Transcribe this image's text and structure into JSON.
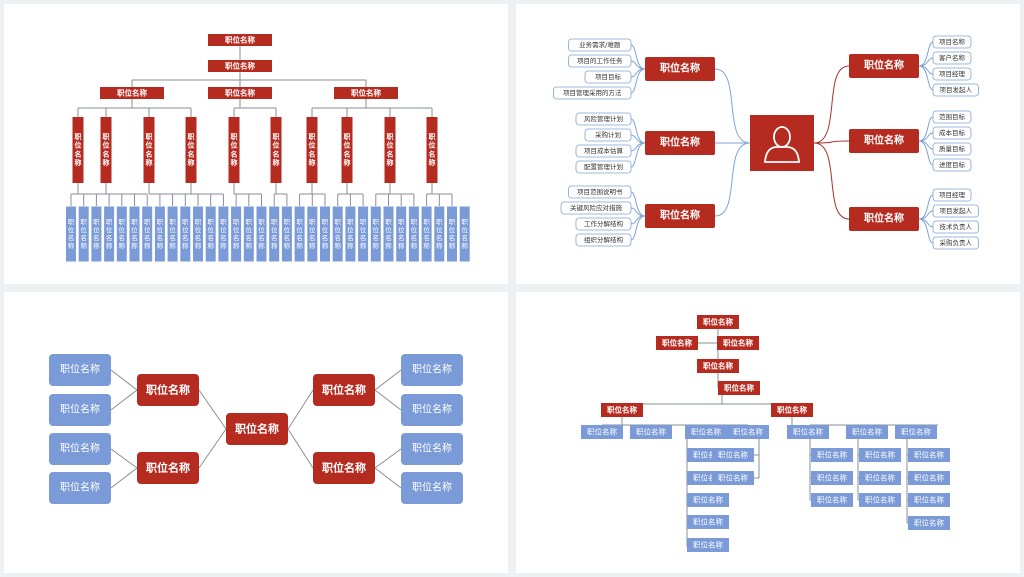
{
  "colors": {
    "red": "#b52b20",
    "blue": "#7b9bd8",
    "line": "#8a8f96",
    "curve_blue": "#7fa3d6",
    "curve_red": "#a8332a",
    "bg": "#ffffff",
    "page": "#eef1f4"
  },
  "title": "职位名称",
  "panel1": {
    "top": "职位名称",
    "second": "职位名称",
    "mids": [
      "职位名称",
      "职位名称",
      "职位名称"
    ],
    "verticals": [
      "职位名称",
      "职位名称",
      "职位名称",
      "职位名称",
      "职位名称",
      "职位名称",
      "职位名称",
      "职位名称",
      "职位名称",
      "职位名称"
    ],
    "leaves_per_group": [
      4,
      3,
      4,
      2,
      3,
      2,
      3,
      3,
      4,
      3
    ],
    "leaf": "职位名称"
  },
  "panel2": {
    "center_icon": "person-icon",
    "left": [
      {
        "label": "职位名称",
        "items": [
          "业务需求/难题",
          "项目的工作任务",
          "项目目标",
          "项目管理采用的方法"
        ]
      },
      {
        "label": "职位名称",
        "items": [
          "风险管理计划",
          "采购计划",
          "项目成本估算",
          "配置管理计划"
        ]
      },
      {
        "label": "职位名称",
        "items": [
          "项目范围说明书",
          "关键风险应对措施",
          "工作分解结构",
          "组织分解结构"
        ]
      }
    ],
    "right": [
      {
        "label": "职位名称",
        "items": [
          "项目名称",
          "客户名称",
          "项目经理",
          "项目发起人"
        ]
      },
      {
        "label": "职位名称",
        "items": [
          "范围目标",
          "成本目标",
          "质量目标",
          "进度目标"
        ]
      },
      {
        "label": "职位名称",
        "items": [
          "项目经理",
          "项目发起人",
          "技术负责人",
          "采购负责人"
        ]
      }
    ]
  },
  "panel3": {
    "center": "职位名称",
    "mids": [
      "职位名称",
      "职位名称",
      "职位名称",
      "职位名称"
    ],
    "leaves": [
      "职位名称",
      "职位名称",
      "职位名称",
      "职位名称",
      "职位名称",
      "职位名称",
      "职位名称",
      "职位名称"
    ]
  },
  "panel4": {
    "label": "职位名称"
  }
}
